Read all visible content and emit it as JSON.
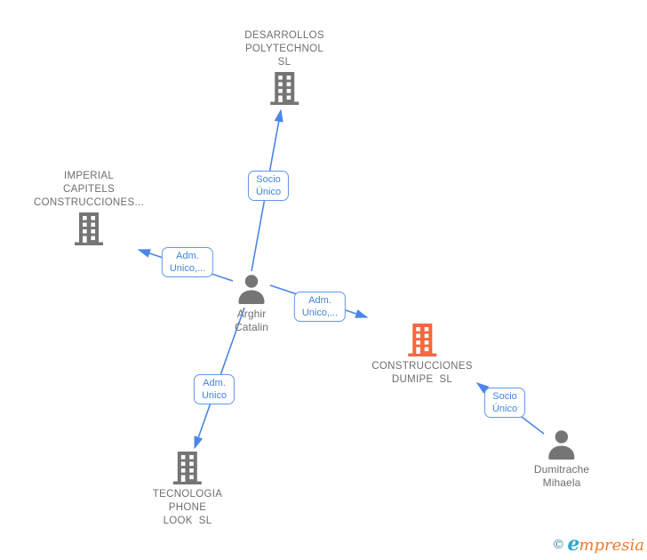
{
  "colors": {
    "edge_blue": "#4a86e8",
    "label_border_blue": "#6097ea",
    "label_text_blue": "#4183e2",
    "node_gray": "#757575",
    "company_highlight_orange": "#f5683e",
    "text_gray": "#6e6e6e",
    "logo_copyright_teal": "#2c819f",
    "logo_e_blue": "#2fa8cf",
    "logo_orange": "#ee7c2b"
  },
  "nodes": {
    "desarrollos": {
      "type": "company",
      "lines": [
        "DESARROLLOS",
        "POLYTECHNOL",
        "SL"
      ]
    },
    "imperial": {
      "type": "company",
      "lines": [
        "IMPERIAL",
        "CAPITELS",
        "CONSTRUCCIONES..."
      ]
    },
    "arghir": {
      "type": "person",
      "lines": [
        "Arghir",
        "Catalin"
      ]
    },
    "dumipe": {
      "type": "company",
      "lines": [
        "CONSTRUCCIONES",
        "DUMIPE  SL"
      ]
    },
    "tecnologia": {
      "type": "company",
      "lines": [
        "TECNOLOGIA",
        "PHONE",
        "LOOK  SL"
      ]
    },
    "dumitrache": {
      "type": "person",
      "lines": [
        "Dumitrache",
        "Mihaela"
      ]
    }
  },
  "edges": {
    "socio_unico_top": {
      "lines": [
        "Socio",
        "Único"
      ],
      "from": "Arghir Catalin",
      "to": "DESARROLLOS POLYTECHNOL SL"
    },
    "adm_unico_left": {
      "lines": [
        "Adm.",
        "Unico,..."
      ],
      "from": "Arghir Catalin",
      "to": "IMPERIAL CAPITELS CONSTRUCCIONES..."
    },
    "adm_unico_right": {
      "lines": [
        "Adm.",
        "Unico,..."
      ],
      "from": "Arghir Catalin",
      "to": "CONSTRUCCIONES DUMIPE SL"
    },
    "adm_unico_bottom": {
      "lines": [
        "Adm.",
        "Unico"
      ],
      "from": "Arghir Catalin",
      "to": "TECNOLOGIA PHONE LOOK SL"
    },
    "socio_unico_right": {
      "lines": [
        "Socio",
        "Único"
      ],
      "from": "Dumitrache Mihaela",
      "to": "CONSTRUCCIONES DUMIPE SL"
    }
  },
  "footer": {
    "copyright_symbol": "©",
    "brand_initial": "e",
    "brand_rest": "mpresia"
  }
}
